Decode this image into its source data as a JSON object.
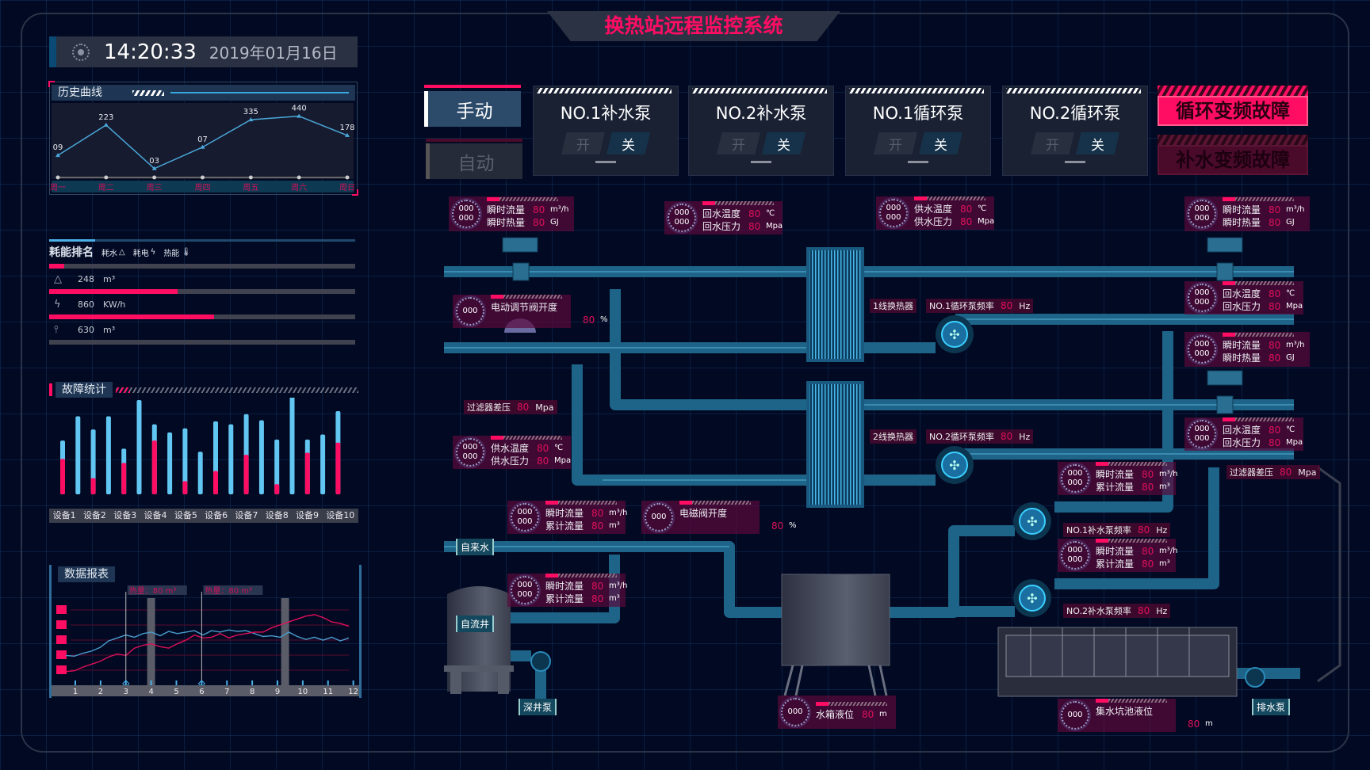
{
  "title": "换热站远程监控系统",
  "clock": {
    "time": "14:20:33",
    "date": "2019年01月16日"
  },
  "history": {
    "title": "历史曲线"
  },
  "energy": {
    "title": "耗能排名",
    "legend": [
      "耗水",
      "耗电",
      "热能"
    ],
    "rows": [
      {
        "icon": "drop-icon",
        "value": "248",
        "unit": "m³"
      },
      {
        "icon": "bolt-icon",
        "value": "860",
        "unit": "KW/h"
      },
      {
        "icon": "thermometer-icon",
        "value": "630",
        "unit": "m³"
      }
    ],
    "progress": [
      0.05,
      0.42,
      0.54,
      0.2
    ]
  },
  "fault": {
    "title": "故障统计"
  },
  "report": {
    "title": "数据报表"
  },
  "modes": {
    "manual": "手动",
    "auto": "自动"
  },
  "pumps": [
    {
      "name": "NO.1补水泵",
      "on": "开",
      "off": "关"
    },
    {
      "name": "NO.2补水泵",
      "on": "开",
      "off": "关"
    },
    {
      "name": "NO.1循环泵",
      "on": "开",
      "off": "关"
    },
    {
      "name": "NO.2循环泵",
      "on": "开",
      "off": "关"
    }
  ],
  "alarms": [
    "循环变频故障",
    "补水变频故障"
  ],
  "meters": [
    {
      "dial": [
        "000",
        "000"
      ],
      "rows": [
        [
          "瞬时流量",
          "80",
          "m³/h"
        ],
        [
          "瞬时热量",
          "80",
          "GJ"
        ]
      ]
    },
    {
      "dial": [
        "000",
        "000"
      ],
      "rows": [
        [
          "回水温度",
          "80",
          "℃"
        ],
        [
          "回水压力",
          "80",
          "Mpa"
        ]
      ]
    },
    {
      "dial": [
        "000",
        "000"
      ],
      "rows": [
        [
          "供水温度",
          "80",
          "℃"
        ],
        [
          "供水压力",
          "80",
          "Mpa"
        ]
      ]
    },
    {
      "dial": [
        "000",
        "000"
      ],
      "rows": [
        [
          "瞬时流量",
          "80",
          "m³/h"
        ],
        [
          "瞬时热量",
          "80",
          "GJ"
        ]
      ]
    },
    {
      "dial": [
        "000"
      ],
      "rows": [
        [
          "电动调节阀开度",
          "",
          ""
        ],
        [
          "",
          "80",
          "%"
        ]
      ]
    },
    {
      "dial": [
        "000",
        "000"
      ],
      "rows": [
        [
          "回水温度",
          "80",
          "℃"
        ],
        [
          "回水压力",
          "80",
          "Mpa"
        ]
      ]
    },
    {
      "dial": [
        "000",
        "000"
      ],
      "rows": [
        [
          "瞬时流量",
          "80",
          "m³/h"
        ],
        [
          "瞬时热量",
          "80",
          "GJ"
        ]
      ]
    },
    {
      "dial": [
        "000",
        "000"
      ],
      "rows": [
        [
          "回水温度",
          "80",
          "℃"
        ],
        [
          "回水压力",
          "80",
          "Mpa"
        ]
      ]
    },
    {
      "dial": [
        "000",
        "000"
      ],
      "rows": [
        [
          "供水温度",
          "80",
          "℃"
        ],
        [
          "供水压力",
          "80",
          "Mpa"
        ]
      ]
    },
    {
      "dial": [
        "000",
        "000"
      ],
      "rows": [
        [
          "瞬时流量",
          "80",
          "m³/h"
        ],
        [
          "累计流量",
          "80",
          "m³"
        ]
      ]
    },
    {
      "dial": [
        "000"
      ],
      "rows": [
        [
          "电磁阀开度",
          "",
          ""
        ],
        [
          "",
          "80",
          "%"
        ]
      ]
    },
    {
      "dial": [
        "000",
        "000"
      ],
      "rows": [
        [
          "瞬时流量",
          "80",
          "m³/h"
        ],
        [
          "累计流量",
          "80",
          "m³"
        ]
      ]
    },
    {
      "dial": [
        "000",
        "000"
      ],
      "rows": [
        [
          "瞬时流量",
          "80",
          "m³/h"
        ],
        [
          "累计流量",
          "80",
          "m³"
        ]
      ]
    },
    {
      "dial": [
        "000",
        "000"
      ],
      "rows": [
        [
          "瞬时流量",
          "80",
          "m³/h"
        ],
        [
          "累计流量",
          "80",
          "m³"
        ]
      ]
    },
    {
      "dial": [
        "000"
      ],
      "rows": [
        [
          "水箱液位",
          "80",
          "m"
        ]
      ]
    },
    {
      "dial": [
        "000"
      ],
      "rows": [
        [
          "集水坑池液位",
          "",
          ""
        ],
        [
          "",
          "80",
          "m"
        ]
      ]
    }
  ],
  "tags": [
    {
      "label": "过滤器差压",
      "value": "80",
      "unit": "Mpa"
    },
    {
      "label": "1线换热器"
    },
    {
      "label": "2线换热器"
    },
    {
      "label": "NO.1循环泵频率",
      "value": "80",
      "unit": "Hz"
    },
    {
      "label": "NO.2循环泵频率",
      "value": "80",
      "unit": "Hz"
    },
    {
      "label": "过滤器差压",
      "value": "80",
      "unit": "Mpa"
    },
    {
      "label": "NO.1补水泵频率",
      "value": "80",
      "unit": "Hz"
    },
    {
      "label": "NO.2补水泵频率",
      "value": "80",
      "unit": "Hz"
    }
  ],
  "sources": [
    "自来水",
    "自流井",
    "深井泵",
    "排水泵"
  ],
  "colors": {
    "accent": "#ff0d63",
    "blue": "#5cc8f5",
    "pipe": "#1d6488"
  },
  "chart_data": [
    {
      "type": "line",
      "title": "历史曲线",
      "categories": [
        "周一",
        "周二",
        "周三",
        "周四",
        "周五",
        "周六",
        "周日"
      ],
      "labels": [
        "09",
        "223",
        "03",
        "07",
        "335",
        "440",
        "178"
      ],
      "values": [
        62,
        147,
        25,
        85,
        162,
        172,
        118
      ],
      "ylim": [
        0,
        200
      ]
    },
    {
      "type": "bar",
      "title": "故障统计",
      "categories": [
        "设备1",
        "设备2",
        "设备3",
        "设备4",
        "设备5",
        "设备6",
        "设备7",
        "设备8",
        "设备9",
        "设备10"
      ],
      "series": [
        {
          "name": "total",
          "values": [
            53,
            77,
            64,
            77,
            45,
            93,
            69,
            61,
            65,
            42,
            72,
            69,
            79,
            73,
            54,
            98,
            54,
            59,
            82
          ]
        },
        {
          "name": "fault",
          "values": [
            35,
            0,
            16,
            0,
            31,
            0,
            53,
            0,
            13,
            0,
            23,
            0,
            39,
            0,
            10,
            0,
            41,
            0,
            51
          ]
        }
      ],
      "ylim": [
        0,
        100
      ]
    },
    {
      "type": "line",
      "title": "数据报表",
      "x_ticks": [
        "1",
        "2",
        "3",
        "4",
        "5",
        "6",
        "7",
        "8",
        "9",
        "10",
        "11",
        "12"
      ],
      "series": [
        {
          "name": "blue",
          "color": "#4a9ccc",
          "values": [
            30,
            29,
            33,
            36,
            41,
            50,
            54,
            58,
            55,
            60,
            62,
            57,
            63,
            60,
            62,
            64,
            58,
            64,
            62,
            65,
            63,
            64,
            60,
            56,
            57,
            55,
            62,
            56,
            52,
            55,
            51,
            55,
            50,
            54
          ]
        },
        {
          "name": "red",
          "color": "#e0105a",
          "values": [
            8,
            9,
            14,
            18,
            22,
            28,
            32,
            30,
            40,
            44,
            46,
            42,
            40,
            46,
            51,
            58,
            54,
            55,
            60,
            54,
            58,
            60,
            62,
            62,
            68,
            72,
            76,
            80,
            84,
            86,
            82,
            76,
            74,
            70
          ]
        }
      ],
      "ylim": [
        0,
        100
      ],
      "markers": [
        {
          "x": 3,
          "label": "热量：80",
          "unit": "m³"
        },
        {
          "x": 6,
          "label": "热量：80",
          "unit": "m³"
        }
      ],
      "highlights": [
        4,
        9.3
      ]
    }
  ]
}
